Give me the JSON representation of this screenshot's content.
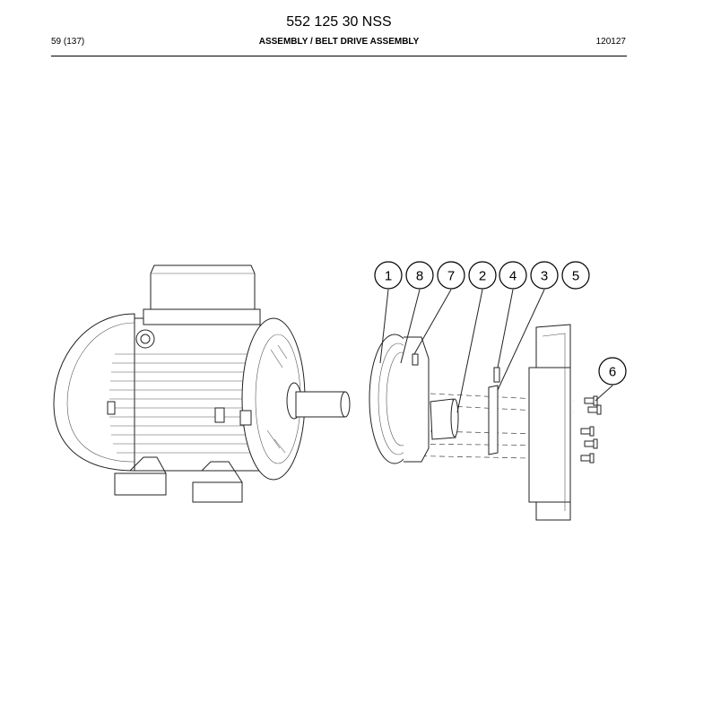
{
  "header": {
    "doc_number": "552 125 30 NSS",
    "page": "59 (137)",
    "section_title": "ASSEMBLY / BELT DRIVE ASSEMBLY",
    "revision": "120127"
  },
  "callouts": [
    "1",
    "8",
    "7",
    "2",
    "4",
    "3",
    "5",
    "6"
  ]
}
